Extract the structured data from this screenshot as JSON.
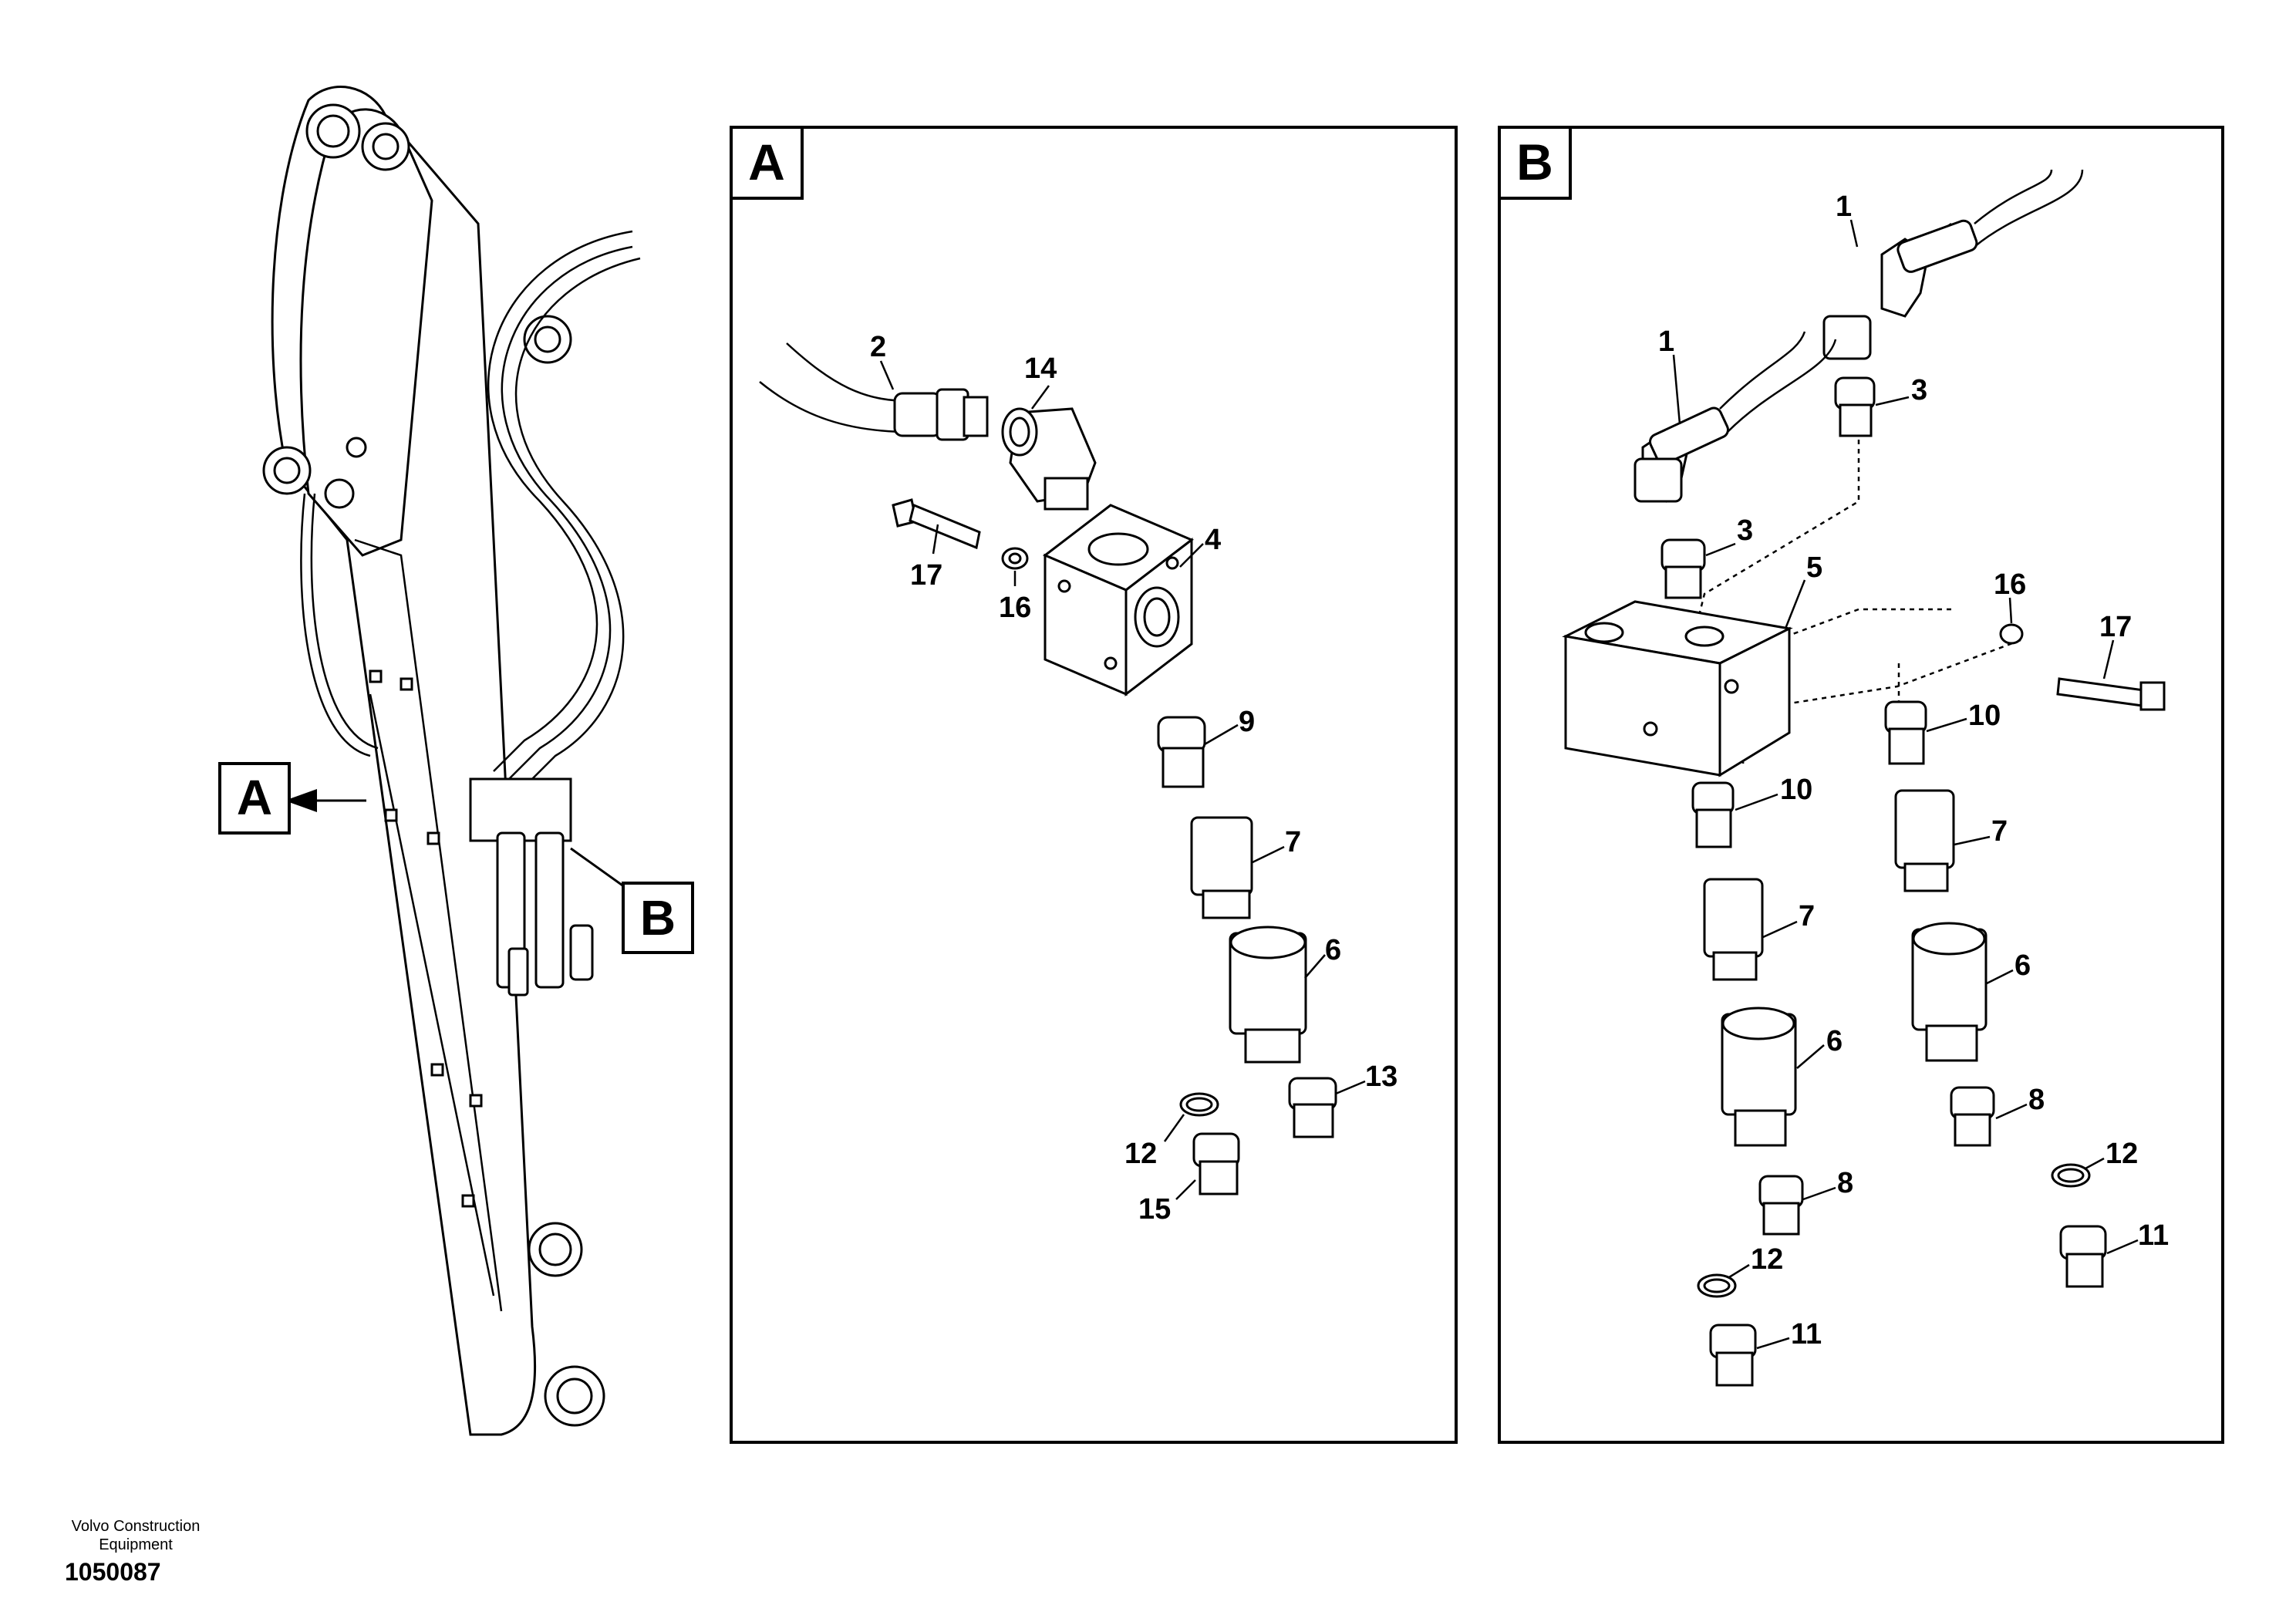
{
  "callouts": {
    "a": "A",
    "b": "B"
  },
  "detail_a": {
    "title": "A",
    "labels": [
      {
        "id": "2",
        "text": "2"
      },
      {
        "id": "14",
        "text": "14"
      },
      {
        "id": "17",
        "text": "17"
      },
      {
        "id": "16",
        "text": "16"
      },
      {
        "id": "4",
        "text": "4"
      },
      {
        "id": "9",
        "text": "9"
      },
      {
        "id": "7",
        "text": "7"
      },
      {
        "id": "6",
        "text": "6"
      },
      {
        "id": "13",
        "text": "13"
      },
      {
        "id": "12",
        "text": "12"
      },
      {
        "id": "15",
        "text": "15"
      }
    ]
  },
  "detail_b": {
    "title": "B",
    "labels": [
      {
        "id": "1a",
        "text": "1"
      },
      {
        "id": "1b",
        "text": "1"
      },
      {
        "id": "3a",
        "text": "3"
      },
      {
        "id": "3b",
        "text": "3"
      },
      {
        "id": "16",
        "text": "16"
      },
      {
        "id": "5",
        "text": "5"
      },
      {
        "id": "17",
        "text": "17"
      },
      {
        "id": "10a",
        "text": "10"
      },
      {
        "id": "10b",
        "text": "10"
      },
      {
        "id": "7a",
        "text": "7"
      },
      {
        "id": "7b",
        "text": "7"
      },
      {
        "id": "6a",
        "text": "6"
      },
      {
        "id": "6b",
        "text": "6"
      },
      {
        "id": "8a",
        "text": "8"
      },
      {
        "id": "8b",
        "text": "8"
      },
      {
        "id": "12a",
        "text": "12"
      },
      {
        "id": "12b",
        "text": "12"
      },
      {
        "id": "11a",
        "text": "11"
      },
      {
        "id": "11b",
        "text": "11"
      }
    ]
  },
  "footer": {
    "brand_line1": "Volvo Construction",
    "brand_line2": "Equipment",
    "code": "1050087"
  }
}
